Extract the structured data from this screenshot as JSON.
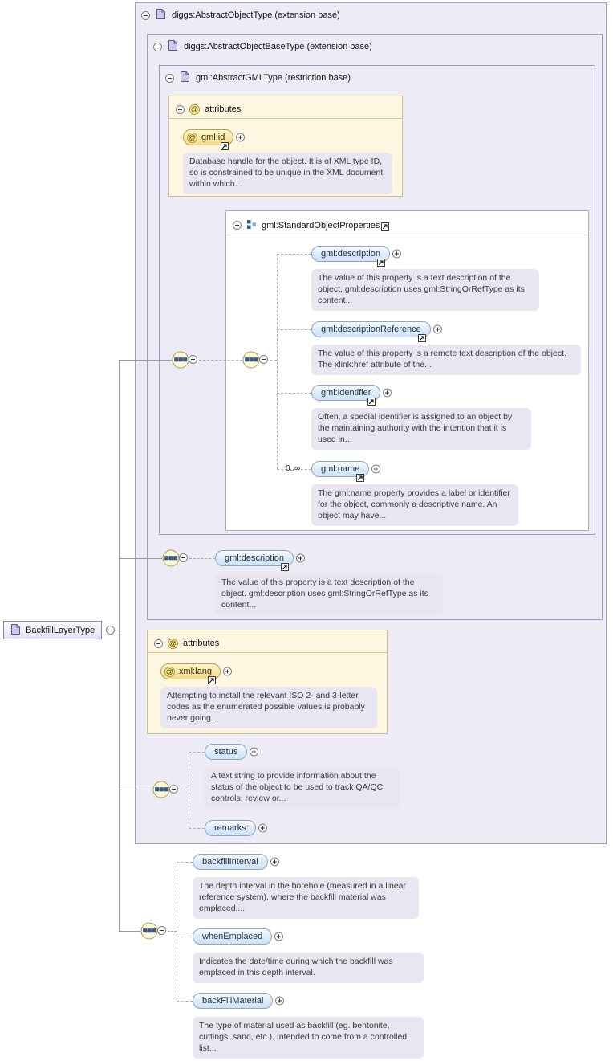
{
  "root": {
    "name": "BackfillLayerType"
  },
  "icons": {
    "attribute": "@"
  },
  "containers": {
    "abstract_object_type": "diggs:AbstractObjectType (extension base)",
    "abstract_object_base_type": "diggs:AbstractObjectBaseType (extension base)",
    "abstract_gml_type": "gml:AbstractGMLType (restriction base)"
  },
  "gml_attributes": {
    "title": "attributes",
    "items": [
      {
        "name": "gml:id",
        "doc": "Database handle for the object. It is of XML type ID, so is constrained to be unique in the XML document within which..."
      }
    ]
  },
  "standard_object_properties": {
    "title": "gml:StandardObjectProperties",
    "elements": [
      {
        "name": "gml:description",
        "doc": "The value of this property is a text description of the object. gml:description uses gml:StringOrRefType as its content..."
      },
      {
        "name": "gml:descriptionReference",
        "doc": "The value of this property is a remote text description of the object. The xlink:href attribute of the..."
      },
      {
        "name": "gml:identifier",
        "doc": "Often, a special identifier is assigned to an object by the maintaining authority with the intention that it is used in..."
      },
      {
        "name": "gml:name",
        "cardinality": "0..∞",
        "doc": "The gml:name property provides a label or identifier for the object, commonly a descriptive name. An object may have..."
      }
    ]
  },
  "base_description": {
    "name": "gml:description",
    "doc": "The value of this property is a text description of the object. gml:description uses gml:StringOrRefType as its content..."
  },
  "lang_attributes": {
    "title": "attributes",
    "items": [
      {
        "name": "xml:lang",
        "doc": "Attempting to install the relevant ISO 2- and 3-letter codes as the enumerated possible values is probably never going..."
      }
    ]
  },
  "object_elements": [
    {
      "name": "status",
      "doc": "A text string to provide information about the status of the object to be used to track QA/QC controls, review or..."
    },
    {
      "name": "remarks"
    }
  ],
  "backfill_elements": [
    {
      "name": "backfillInterval",
      "doc": "The depth interval in the borehole (measured in a linear reference system), where the backfill material was emplaced...."
    },
    {
      "name": "whenEmplaced",
      "doc": "Indicates the date/time during which the backfill was emplaced in this depth interval."
    },
    {
      "name": "backFillMaterial",
      "doc": "The type of material used as backfill (eg. bentonite, cuttings, sand, etc.). Intended to come from a controlled list..."
    }
  ]
}
